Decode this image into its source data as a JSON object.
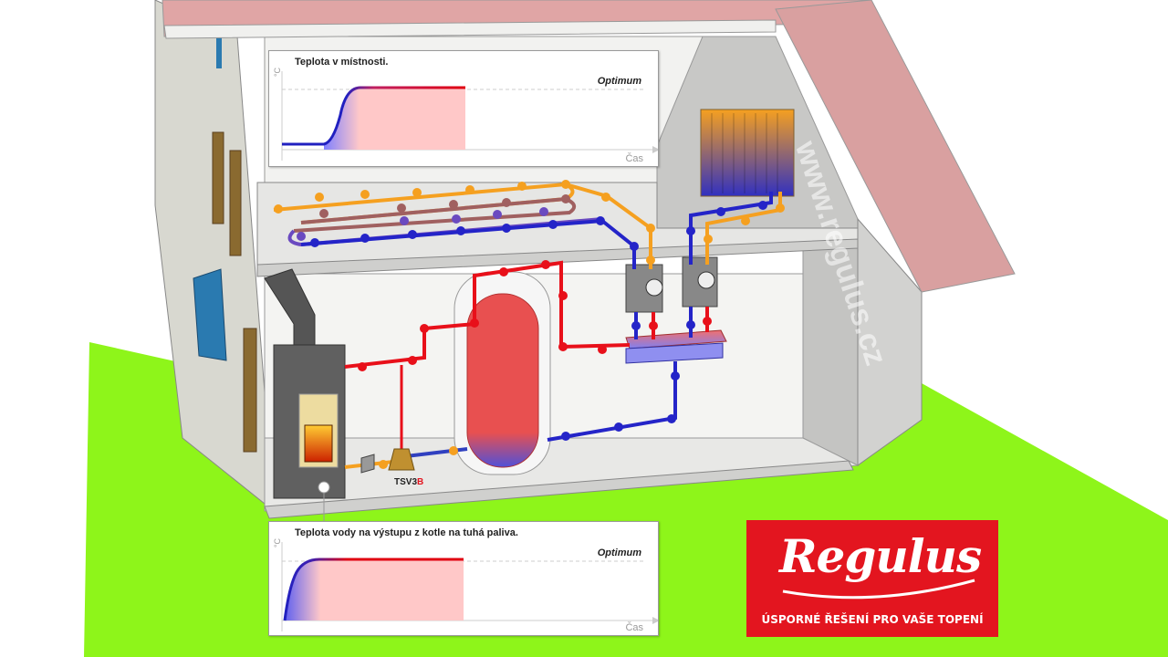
{
  "watermark": "www.regulus.cz",
  "panel_room": {
    "title": "Teplota v místnosti.",
    "unit": "°C",
    "optimum": "Optimum",
    "time": "Čas"
  },
  "panel_water": {
    "title": "Teplota vody na výstupu z kotle na tuhá paliva.",
    "unit": "°C",
    "optimum": "Optimum",
    "time": "Čas"
  },
  "valve_label": {
    "prefix": "TSV3",
    "suffix": "B"
  },
  "logo": {
    "brand": "Regulus",
    "slogan": "ÚSPORNÉ ŘEŠENÍ PRO VAŠE TOPENÍ"
  },
  "colors": {
    "hot": "#e8101a",
    "cold": "#1a1acc",
    "warm": "#f5a020",
    "brand": "#e3151f",
    "grass": "#8ef51a"
  }
}
